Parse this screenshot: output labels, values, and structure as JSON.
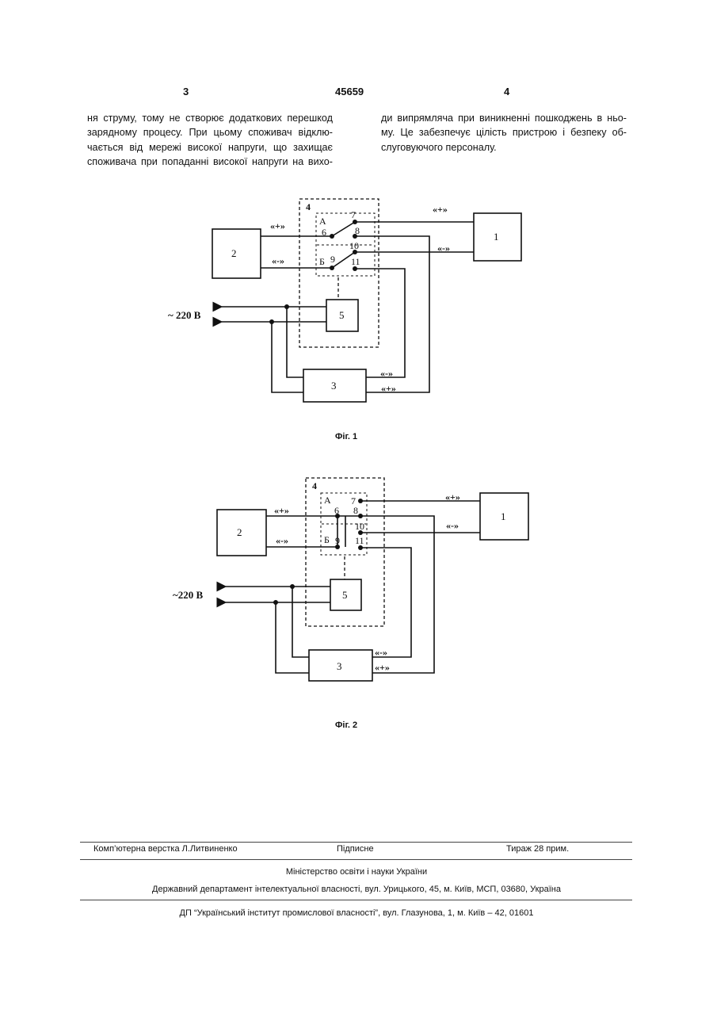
{
  "header": {
    "left_page": "3",
    "patent_number": "45659",
    "right_page": "4"
  },
  "text": {
    "left_lines": [
      "ня струму, тому не створює додаткових перешкод",
      "зарядному процесу. При цьому споживач відклю-",
      "чається від мережі високої напруги, що захищає",
      "споживача при попаданні високої напруги на вихо-"
    ],
    "right_lines": [
      "ди випрямляча при виникненні пошкоджень в ньо-",
      "му. Це забезпечує цілість пристрою і безпеку об-",
      "слуговуючого персоналу."
    ]
  },
  "figures": [
    {
      "caption": "Фіг. 1",
      "labels": {
        "block1": "1",
        "block2": "2",
        "block3": "3",
        "block4": "4",
        "block5": "5",
        "contact_a": "А",
        "contact_b": "Б",
        "t6": "6",
        "t7": "7",
        "t8": "8",
        "t9": "9",
        "t10": "10",
        "t11": "11",
        "plus_top": "«+»",
        "plus_left": "«+»",
        "minus_left": "«-»",
        "minus_right": "«-»",
        "minus_bottom": "«-»",
        "plus_bottom": "«+»",
        "mains": "~ 220 В"
      }
    },
    {
      "caption": "Фіг. 2",
      "labels": {
        "block1": "1",
        "block2": "2",
        "block3": "3",
        "block4": "4",
        "block5": "5",
        "contact_a": "А",
        "contact_b": "Б",
        "t6": "6",
        "t7": "7",
        "t8": "8",
        "t9": "9",
        "t10": "10",
        "t11": "11",
        "plus_top": "«+»",
        "plus_left": "«+»",
        "minus_left": "«-»",
        "minus_right": "«-»",
        "minus_bottom": "«-»",
        "plus_bottom": "«+»",
        "mains": "~220 В"
      }
    }
  ],
  "footer": {
    "typesetting": "Комп’ютерна верстка Л.Литвиненко",
    "signed": "Підписне",
    "circulation": "Тираж 28 прим.",
    "ministry": "Міністерство освіти і науки України",
    "department": "Державний департамент інтелектуальної власності, вул. Урицького, 45, м. Київ, МСП, 03680, Україна",
    "institute": "ДП “Український інститут промислової власності”, вул. Глазунова, 1, м. Київ – 42, 01601"
  }
}
